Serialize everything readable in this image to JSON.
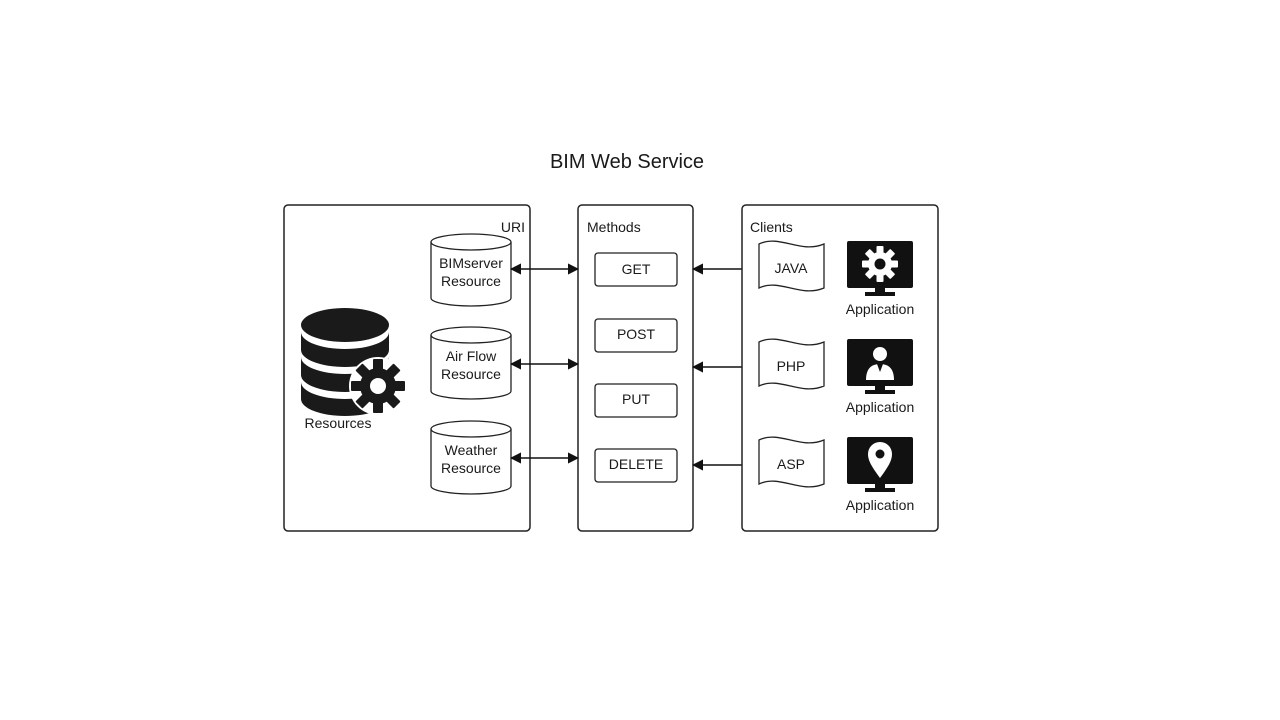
{
  "title": "BIM Web Service",
  "resources_panel": {
    "uri_label": "URI",
    "database_label": "Resources",
    "resources": [
      {
        "line1": "BIMserver",
        "line2": "Resource"
      },
      {
        "line1": "Air Flow",
        "line2": "Resource"
      },
      {
        "line1": "Weather",
        "line2": "Resource"
      }
    ]
  },
  "methods_panel": {
    "header": "Methods",
    "methods": [
      "GET",
      "POST",
      "PUT",
      "DELETE"
    ]
  },
  "clients_panel": {
    "header": "Clients",
    "clients": [
      {
        "language": "JAVA",
        "app_label": "Application",
        "icon": "gear-icon"
      },
      {
        "language": "PHP",
        "app_label": "Application",
        "icon": "user-icon"
      },
      {
        "language": "ASP",
        "app_label": "Application",
        "icon": "location-pin-icon"
      }
    ]
  },
  "colors": {
    "stroke": "#222222",
    "icon_fill": "#111111",
    "background": "#ffffff"
  }
}
